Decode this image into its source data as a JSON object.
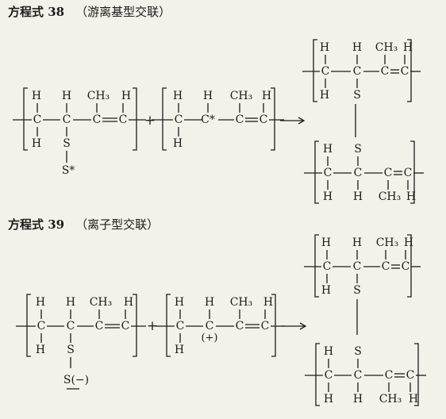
{
  "eq38": {
    "label": "方程式 38",
    "desc": "（游离基型交联）"
  },
  "eq39": {
    "label": "方程式 39",
    "desc": "（离子型交联）"
  },
  "atoms": {
    "H": "H",
    "C": "C",
    "S": "S",
    "CH3": "CH₃",
    "Sstar": "S*",
    "Cstar": "C*",
    "Sminus": "S(−)",
    "plus_charge": "(+)"
  },
  "symbols": {
    "plus": "+",
    "arrow": "⟶"
  }
}
